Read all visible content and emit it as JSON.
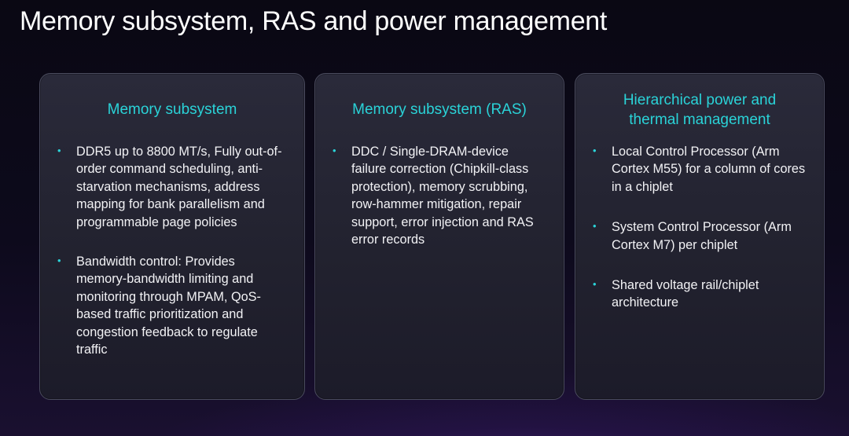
{
  "slide": {
    "title": "Memory subsystem, RAS and power management"
  },
  "cards": [
    {
      "heading": "Memory subsystem",
      "bullets": [
        "DDR5 up to 8800 MT/s, Fully out-of-order command scheduling, anti-starvation mechanisms, address mapping for bank parallelism and programmable page policies",
        "Bandwidth control: Provides memory-bandwidth limiting and monitoring through MPAM, QoS-based traffic prioritization and congestion feedback to regulate traffic"
      ]
    },
    {
      "heading": "Memory subsystem (RAS)",
      "bullets": [
        "DDC / Single-DRAM-device failure correction (Chipkill-class protection), memory scrubbing, row-hammer mitigation, repair support, error injection and RAS error records"
      ]
    },
    {
      "heading": "Hierarchical power and thermal management",
      "bullets": [
        "Local Control Processor (Arm Cortex M55) for a column of cores in a chiplet",
        "System Control Processor (Arm Cortex M7) per chiplet",
        "Shared voltage rail/chiplet architecture"
      ]
    }
  ],
  "theme": {
    "accent": "#2ad3d8",
    "background": "#0d0a1c",
    "card_border": "#4a4b5e"
  },
  "icons": {
    "bullet": "bullet-dot-icon",
    "bullet_glyph": "•"
  }
}
